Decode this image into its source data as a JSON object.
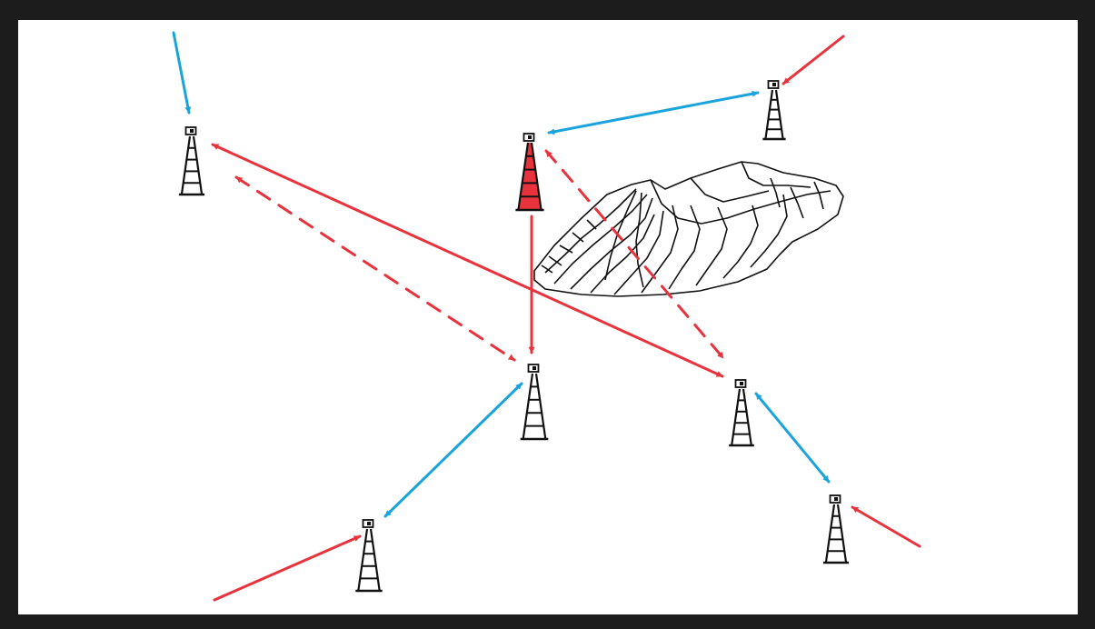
{
  "colors": {
    "frame": "#1c1c1c",
    "background": "#ffffff",
    "red_link": "#e8333c",
    "blue_link": "#1aa3dc",
    "ink": "#111111"
  },
  "diagram": {
    "nodes": [
      {
        "id": "tower-top-left",
        "name": "radio-tower-icon"
      },
      {
        "id": "tower-top-center",
        "name": "radio-tower-icon",
        "highlighted": true
      },
      {
        "id": "tower-top-right",
        "name": "radio-tower-icon"
      },
      {
        "id": "tower-center",
        "name": "radio-tower-icon"
      },
      {
        "id": "tower-right",
        "name": "radio-tower-icon"
      },
      {
        "id": "tower-bottom-left",
        "name": "radio-tower-icon"
      },
      {
        "id": "tower-bottom-right",
        "name": "radio-tower-icon"
      }
    ],
    "obstacle": "mountain-icon",
    "links": [
      {
        "from": "external",
        "to": "tower-top-left",
        "color": "blue",
        "style": "solid",
        "direction": "one-way"
      },
      {
        "from": "external",
        "to": "tower-top-right",
        "color": "red",
        "style": "solid",
        "direction": "one-way"
      },
      {
        "from": "tower-top-center",
        "to": "tower-top-right",
        "color": "blue",
        "style": "solid",
        "direction": "two-way"
      },
      {
        "from": "tower-top-left",
        "to": "tower-right",
        "color": "red",
        "style": "solid",
        "direction": "two-way"
      },
      {
        "from": "tower-top-left",
        "to": "tower-center",
        "color": "red",
        "style": "dashed",
        "direction": "two-way"
      },
      {
        "from": "tower-top-center",
        "to": "tower-center",
        "color": "red",
        "style": "solid",
        "direction": "one-way"
      },
      {
        "from": "tower-top-center",
        "to": "tower-right",
        "color": "red",
        "style": "dashed",
        "direction": "two-way"
      },
      {
        "from": "tower-center",
        "to": "tower-bottom-left",
        "color": "blue",
        "style": "solid",
        "direction": "two-way"
      },
      {
        "from": "tower-right",
        "to": "tower-bottom-right",
        "color": "blue",
        "style": "solid",
        "direction": "two-way"
      },
      {
        "from": "external",
        "to": "tower-bottom-left",
        "color": "red",
        "style": "solid",
        "direction": "one-way"
      },
      {
        "from": "external",
        "to": "tower-bottom-right",
        "color": "red",
        "style": "solid",
        "direction": "one-way"
      }
    ]
  }
}
